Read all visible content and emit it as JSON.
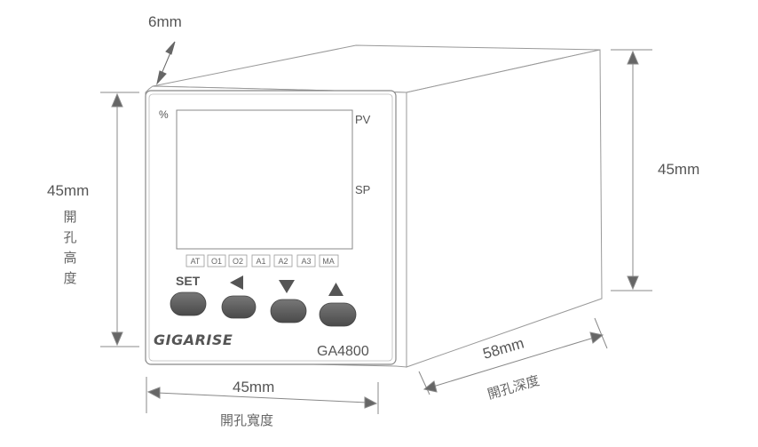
{
  "dimensions": {
    "bezel_depth": "6mm",
    "height": "45mm",
    "height_caption": [
      "開",
      "孔",
      "高",
      "度"
    ],
    "width": "45mm",
    "width_caption": "開孔寬度",
    "right_height": "45mm",
    "depth": "58mm",
    "depth_caption": "開孔深度"
  },
  "display": {
    "percent_label": "%",
    "pv_label": "PV",
    "sp_label": "SP"
  },
  "indicators": [
    "AT",
    "O1",
    "O2",
    "A1",
    "A2",
    "A3",
    "MA"
  ],
  "keys": {
    "set_label": "SET",
    "left_icon": "triangle-left-icon",
    "down_icon": "triangle-down-icon",
    "up_icon": "triangle-up-icon"
  },
  "brand": {
    "logo_text": "GIGARISE",
    "model": "GA4800"
  },
  "colors": {
    "line": "#999999",
    "key_fill": "#555555",
    "arrow": "#555555",
    "text": "#555555"
  }
}
